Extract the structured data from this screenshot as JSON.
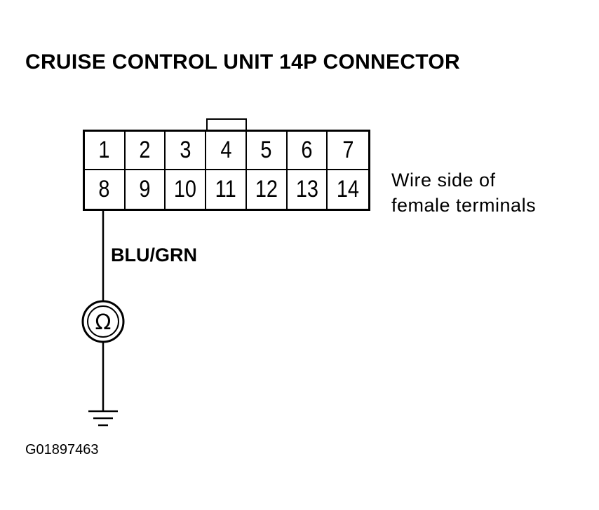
{
  "title": "CRUISE CONTROL UNIT 14P CONNECTOR",
  "connector": {
    "pins_row1": [
      "1",
      "2",
      "3",
      "4",
      "5",
      "6",
      "7"
    ],
    "pins_row2": [
      "8",
      "9",
      "10",
      "11",
      "12",
      "13",
      "14"
    ]
  },
  "side_note": {
    "line1": "Wire side of",
    "line2": "female terminals"
  },
  "wire": {
    "label": "BLU/GRN",
    "meter_symbol": "Ω",
    "meter_icon": "ohmmeter-icon",
    "ground_icon": "ground-symbol-icon"
  },
  "figure_id": "G01897463",
  "colors": {
    "ink": "#000000",
    "background": "#ffffff"
  }
}
